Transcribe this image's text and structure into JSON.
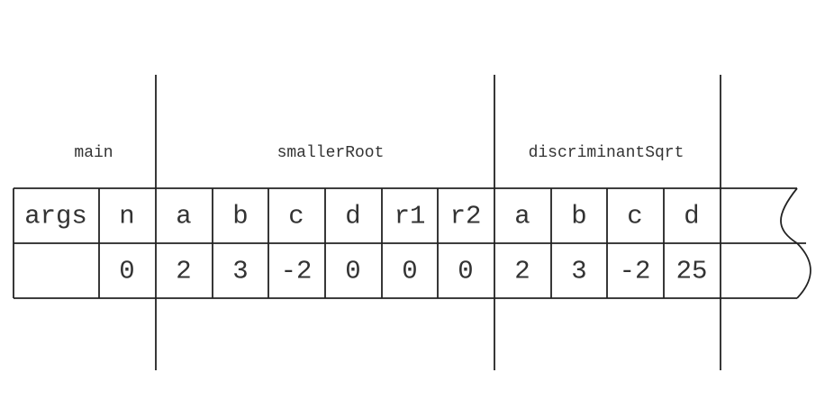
{
  "frames": [
    {
      "label": "main"
    },
    {
      "label": "smallerRoot"
    },
    {
      "label": "discriminantSqrt"
    }
  ],
  "header_row": [
    "args",
    "n",
    "a",
    "b",
    "c",
    "d",
    "r1",
    "r2",
    "a",
    "b",
    "c",
    "d"
  ],
  "value_row": [
    "",
    "0",
    "2",
    "3",
    "-2",
    "0",
    "0",
    "0",
    "2",
    "3",
    "-2",
    "25"
  ],
  "colors": {
    "line": "#222222",
    "text": "#333333",
    "background": "#ffffff"
  }
}
